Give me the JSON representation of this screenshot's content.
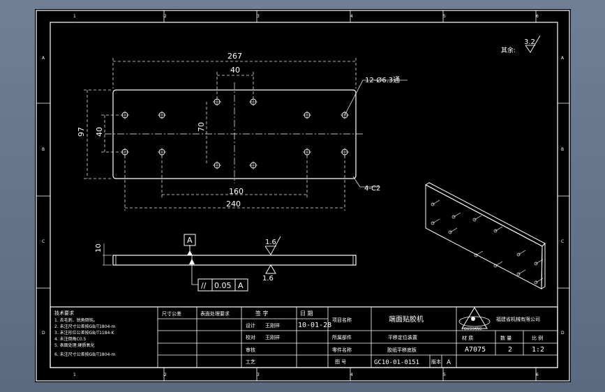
{
  "drawing": {
    "border_columns": [
      "1",
      "2",
      "3",
      "4",
      "5",
      "6"
    ],
    "border_rows": [
      "A",
      "B",
      "C",
      "D"
    ],
    "dimensions": {
      "overall_length": "267",
      "center_hole_spacing": "40",
      "hole_callout": "12-Ø6.3通",
      "height": "97",
      "left_hole_spacing": "40",
      "center_vertical_spacing": "70",
      "inner_hole_span": "160",
      "outer_hole_span": "240",
      "chamfer": "4-C2",
      "thickness": "10"
    },
    "surface_finish": {
      "default_label": "其余:",
      "default_value": "3.2",
      "top_face": "1.6",
      "bottom_face": "1.6"
    },
    "datum": "A",
    "tolerance_frame": {
      "symbol": "//",
      "value": "0.05",
      "datum": "A"
    }
  },
  "title_block": {
    "tech_requirements": [
      "技术要求",
      "1. 去毛刺、锐角倒钝。",
      "2. 未注尺寸公差按GB/T1804-m",
      "3. 未注形位公差按GB/T1184-K",
      "4. 未注倒角C0.5",
      "5. 表面处理:硬质氧化",
      "6. 未注尺寸公差按GB/T1804-m"
    ],
    "dim_label": "尺寸公差",
    "surface_label": "表面处理要求",
    "sign_header": "签 字",
    "date_header": "日 期",
    "row_design": "设计",
    "row_check": "校对",
    "row_review": "审核",
    "row_process": "工艺",
    "designer": "王刚祥",
    "checker": "王刚祥",
    "date": "10-01-28",
    "project_label": "项目名称",
    "project_name": "端面贴胶机",
    "assembly_label": "所属部件",
    "assembly_name": "平移定位装置",
    "part_label": "零件名称",
    "part_name": "胶纸平移底板",
    "drawing_no_label": "图 号",
    "drawing_no": "GC10-01-0151",
    "version_label": "版本",
    "version": "A",
    "company": "福建省机械有限公司",
    "logo_text": "FOUSHANG",
    "material_label": "材 质",
    "qty_label": "数 量",
    "scale_label": "比 例",
    "material": "A7075",
    "qty": "2",
    "scale": "1:2"
  },
  "colors": {
    "paper": "#000000",
    "line": "#ffffff",
    "dim": "#e8e8e8",
    "frame_outer": "#ffffff"
  }
}
